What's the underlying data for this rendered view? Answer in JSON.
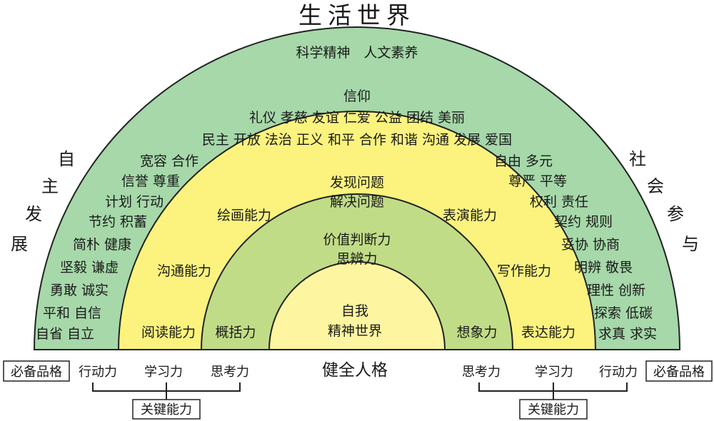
{
  "title": "生活世界",
  "subtitle": "科学精神　人文素养",
  "colors": {
    "outer_ring": "#a6d8a9",
    "middle_ring": "#fbf37e",
    "inner_ring": "#c1dc86",
    "core": "#fdf5a0",
    "stroke": "#222222"
  },
  "left_side_label": [
    "自",
    "主",
    "发",
    "展"
  ],
  "right_side_label": [
    "社",
    "会",
    "参",
    "与"
  ],
  "outer_top": {
    "row1": "信仰",
    "row2": "礼仪 孝慈 友谊 仁爱 公益 团结 美丽",
    "row3": "民主 开放 法治 正义 和平 合作 和谐 沟通 发展 爱国"
  },
  "outer_left": [
    "宽容 合作",
    "信誉 尊重",
    "计划 行动",
    "节约 积蓄",
    "简朴 健康",
    "坚毅 谦虚",
    "勇敢 诚实",
    "平和 自信",
    "自省 自立"
  ],
  "outer_right": [
    "自由 多元",
    "尊严 平等",
    "权利 责任",
    "契约 规则",
    "妥协 协商",
    "明辨 敬畏",
    "理性 创新",
    "探索 低碳",
    "求真 求实"
  ],
  "middle": {
    "top": [
      "发现问题",
      "解决问题"
    ],
    "upper_left": "绘画能力",
    "upper_right": "表演能力",
    "mid_left": "沟通能力",
    "mid_right": "写作能力",
    "bottom_left": "阅读能力",
    "bottom_right": "表达能力"
  },
  "inner": {
    "top": [
      "价值判断力",
      "思辨力"
    ],
    "left": "概括力",
    "right": "想象力"
  },
  "core": [
    "自我",
    "精神世界"
  ],
  "center_bottom": "健全人格",
  "left_bottom": {
    "box": "必备品格",
    "items": [
      "行动力",
      "学习力",
      "思考力"
    ],
    "key": "关键能力"
  },
  "right_bottom": {
    "box": "必备品格",
    "items": [
      "思考力",
      "学习力",
      "行动力"
    ],
    "key": "关键能力"
  }
}
